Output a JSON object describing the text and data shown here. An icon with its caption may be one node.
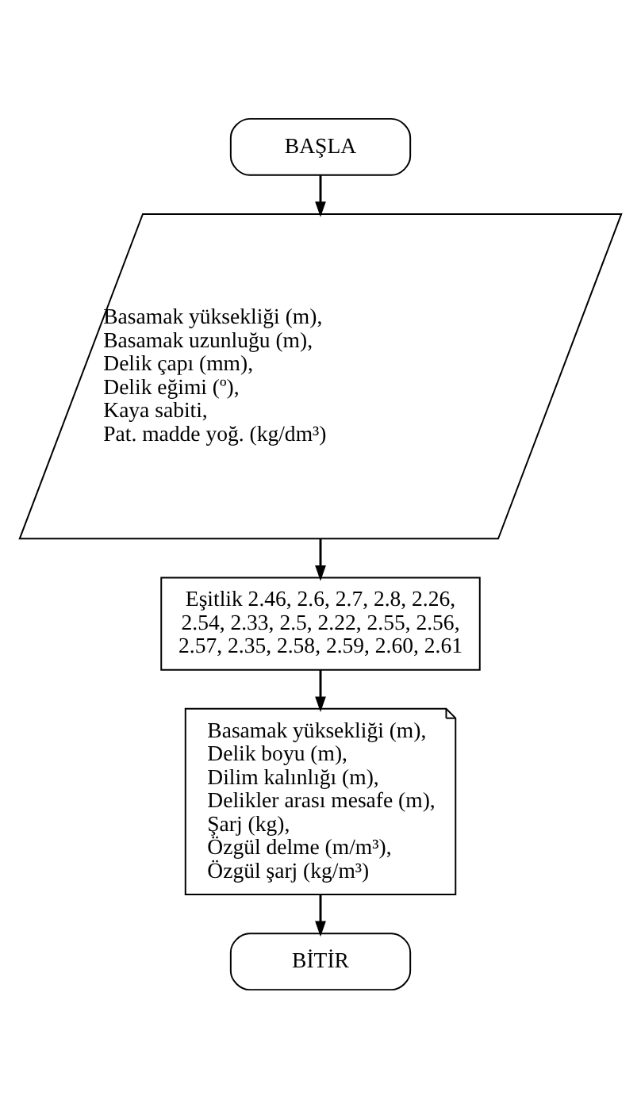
{
  "diagram": {
    "nodes": [
      {
        "text": [
          "BAŞLA"
        ]
      },
      {
        "text": [
          "Basamak yüksekliği (m),",
          "Basamak uzunluğu (m),",
          "Delik çapı (mm),",
          "Delik eğimi (º),",
          "Kaya sabiti,",
          "Pat. madde yoğ. (kg/dm³)"
        ]
      },
      {
        "text": [
          "Eşitlik 2.46, 2.6, 2.7, 2.8, 2.26, 2.54, 2.33, 2.5, 2.22, 2.55, 2.56, 2.57, 2.35, 2.58, 2.59, 2.60, 2.61"
        ]
      },
      {
        "text": [
          "Basamak yüksekliği (m),",
          "Delik boyu (m),",
          "Dilim kalınlığı (m),",
          "Delikler arası mesafe (m),",
          "Şarj (kg),",
          "Özgül delme (m/m³),",
          "Özgül şarj (kg/m³)"
        ]
      },
      {
        "text": [
          "BİTİR"
        ]
      }
    ],
    "edges": [
      {
        "from": 0,
        "to": 1,
        "arrow": "to"
      },
      {
        "from": 1,
        "to": 2,
        "arrow": "to"
      },
      {
        "from": 2,
        "to": 3,
        "arrow": "to"
      },
      {
        "from": 3,
        "to": 4,
        "arrow": "to"
      }
    ]
  }
}
